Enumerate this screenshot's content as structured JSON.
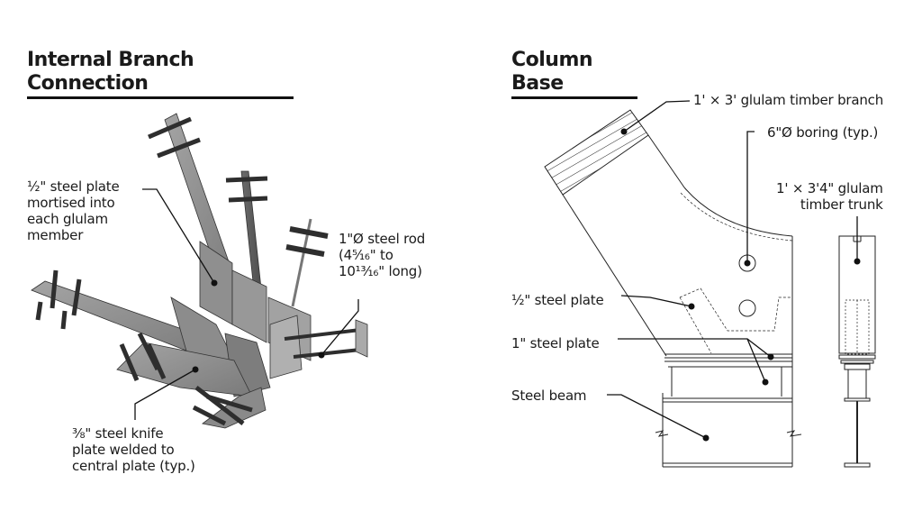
{
  "left_panel": {
    "title": "Internal Branch Connection",
    "callouts": {
      "plate": "½\" steel plate\nmortised into\neach glulam\nmember",
      "rod": "1\"Ø steel rod\n(4⁵⁄₁₆\" to\n10¹³⁄₁₆\" long)",
      "knife": "⅜\" steel knife\nplate welded to\ncentral plate (typ.)"
    }
  },
  "right_panel": {
    "title": "Column Base",
    "callouts": {
      "branch": "1' × 3' glulam timber branch",
      "boring": "6\"Ø boring (typ.)",
      "trunk": "1' × 3'4\" glulam\ntimber trunk",
      "half_plate": "½\" steel plate",
      "one_plate": "1\" steel plate",
      "beam": "Steel beam"
    }
  },
  "colors": {
    "steel": "#8a8a8a",
    "steel_dark": "#5e5e5e",
    "rod": "#3a3a3a",
    "line": "#111111"
  }
}
